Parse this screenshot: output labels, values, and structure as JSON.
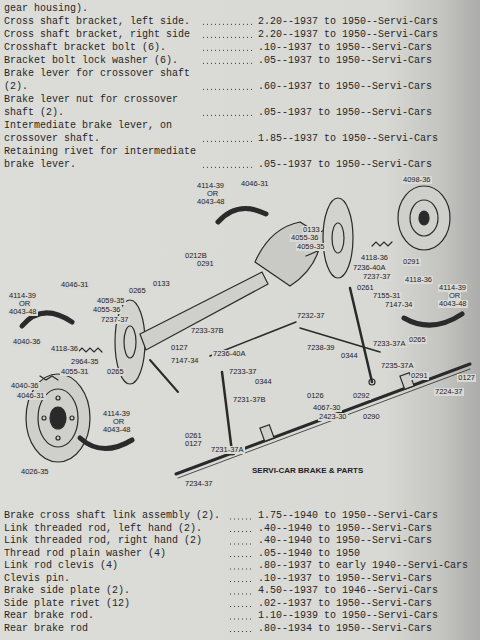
{
  "diagram": {
    "caption": "SERVI-CAR BRAKE & PARTS",
    "labels": [
      "gear housing).",
      "Cross shaft bracket, left side.",
      "2.20--1937 to 1950--Servi-Cars",
      "Cross shaft bracket, right side",
      "2.20--1937 to 1950--Servi-Cars",
      "Crosshaft bracket bolt (6).",
      ".10--1937 to 1950--Servi-Cars",
      "Bracket bolt lock washer (6).",
      ".05--1937 to 1950--Servi-Cars",
      "Brake lever for crossover shaft (2).",
      ".60--1937 to 1950--Servi-Cars",
      "Brake lever nut for crossover shaft (2).",
      ".05--1937 to 1950--Servi-Cars",
      "Intermediate brake lever, on crossover shaft.",
      "1.85--1937 to 1950--Servi-Cars",
      "Retaining rivet for intermediate brake lever.",
      ".05--1937 to 1950--Servi-Cars",
      "Brake cross shaft link assembly (2).",
      "1.75--1940 to 1950--Servi-Cars",
      "Link threaded rod, left hand (2).",
      ".40--1940 to 1950--Servi-Cars",
      "Link threaded rod, right hand (2)",
      ".40--1940 to 1950--Servi-Cars",
      "Thread rod plain washer (4)",
      ".05--1940 to 1950",
      "Link rod clevis (4)",
      ".80--1937 to early 1940--Servi-Cars",
      "Clevis pin.",
      ".10--1937 to 1950--Servi-Cars",
      "Brake side plate (2).",
      "4.50--1937 to 1946--Servi-Cars",
      "Side plate rivet (12)",
      ".02--1937 to 1950--Servi-Cars",
      "Rear brake rod.",
      "1.10--1939 to 1950--Servi-Cars",
      "Rear brake rod",
      ".80--1934 to 1950--Servi-Cars",
      "4114-39",
      "OR",
      "4043-48",
      "4046-31",
      "0265",
      "0133",
      "4059-35",
      "4055-36",
      "7237-37",
      "4040-36",
      "4118-36",
      "2964-35",
      "4055-31",
      "0265",
      "4040-36",
      "4046-31",
      "4114-39",
      "OR",
      "4043-48",
      "4046-31",
      "4098-36",
      "0133",
      "4055-36",
      "4059-35",
      "0212B",
      "0291",
      "4118-36",
      "0291",
      "7236-40A",
      "7237-37",
      "4118-36",
      "0261",
      "7155-31",
      "7147-34",
      "4114-39",
      "OR",
      "4043-48",
      "7233-37B",
      "0127",
      "7147-34",
      "7236-40A",
      "7233-37",
      "0344",
      "7232-37",
      "7238-39",
      "0344",
      "7233-37A",
      "0265",
      "7235-37A",
      "0291",
      "7224-37",
      "0127",
      "0126",
      "0292",
      "4067-30",
      "2423-30",
      "0290",
      "7231-37B",
      "4026-35",
      "4114-39",
      "OR",
      "4043-48",
      "0261",
      "0127",
      "7231-37A",
      "7234-37"
    ]
  }
}
